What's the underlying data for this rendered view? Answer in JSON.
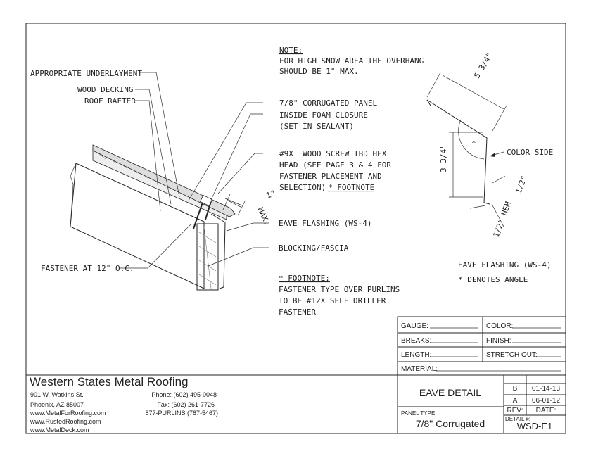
{
  "notes": {
    "note_title": "NOTE:",
    "note_line1": "FOR HIGH SNOW AREA THE OVERHANG",
    "note_line2": "SHOULD BE 1\" MAX.",
    "footnote_title": "* FOOTNOTE:",
    "footnote_line1": "FASTENER TYPE OVER PURLINS",
    "footnote_line2": "TO BE #12X SELF DRILLER",
    "footnote_line3": "FASTENER"
  },
  "callouts": {
    "underlayment": "APPROPRIATE UNDERLAYMENT",
    "wood_decking": "WOOD DECKING",
    "roof_rafter": "ROOF RAFTER",
    "panel": "7/8\" CORRUGATED PANEL",
    "foam_closure_1": "INSIDE FOAM CLOSURE",
    "foam_closure_2": "(SET IN SEALANT)",
    "screw_1": "#9X_ WOOD SCREW TBD HEX",
    "screw_2": "HEAD (SEE PAGE 3 & 4 FOR",
    "screw_3": "FASTENER PLACEMENT AND",
    "screw_4": "SELECTION)",
    "screw_4b": "* FOOTNOTE",
    "eave_flashing": "EAVE FLASHING (WS-4)",
    "blocking": "BLOCKING/FASCIA",
    "fastener": "FASTENER AT 12\" O.C.",
    "overhang_dim_1": "1\"",
    "overhang_dim_2": "MAX."
  },
  "profile": {
    "dim_top": "5 3/4\"",
    "dim_side": "3 3/4\"",
    "dim_drip": "1/2\"",
    "dim_hem": "1/2\" HEM",
    "angle_mark": "*",
    "color_side": "COLOR SIDE",
    "title": "EAVE FLASHING (WS-4)",
    "angle_note": "* DENOTES ANGLE"
  },
  "title_block": {
    "gauge_label": "GAUGE:",
    "color_label": "COLOR:",
    "breaks_label": "BREAKS:",
    "finish_label": "FINISH:",
    "length_label": "LENGTH:",
    "stretch_label": "STRETCH OUT:",
    "material_label": "MATERIAL:",
    "drawing_title": "EAVE DETAIL",
    "panel_type_label": "PANEL TYPE:",
    "panel_type": "7/8\" Corrugated",
    "rev_b": "B",
    "rev_b_date": "01-14-13",
    "rev_a": "A",
    "rev_a_date": "06-01-12",
    "rev_label": "REV:",
    "date_label": "DATE:",
    "detail_label": "DETAIL #:",
    "detail_no": "WSD-E1"
  },
  "company": {
    "name": "Western States Metal Roofing",
    "address1": "901 W. Watkins St.",
    "address2": "Phoenix, AZ 85007",
    "web1": "www.MetalForRoofing.com",
    "web2": "www.RustedRoofing.com",
    "web3": "www.MetalDeck.com",
    "phone": "Phone: (602) 495-0048",
    "fax": "Fax: (602) 261-7726",
    "tollfree": "877-PURLINS (787-5467)"
  }
}
